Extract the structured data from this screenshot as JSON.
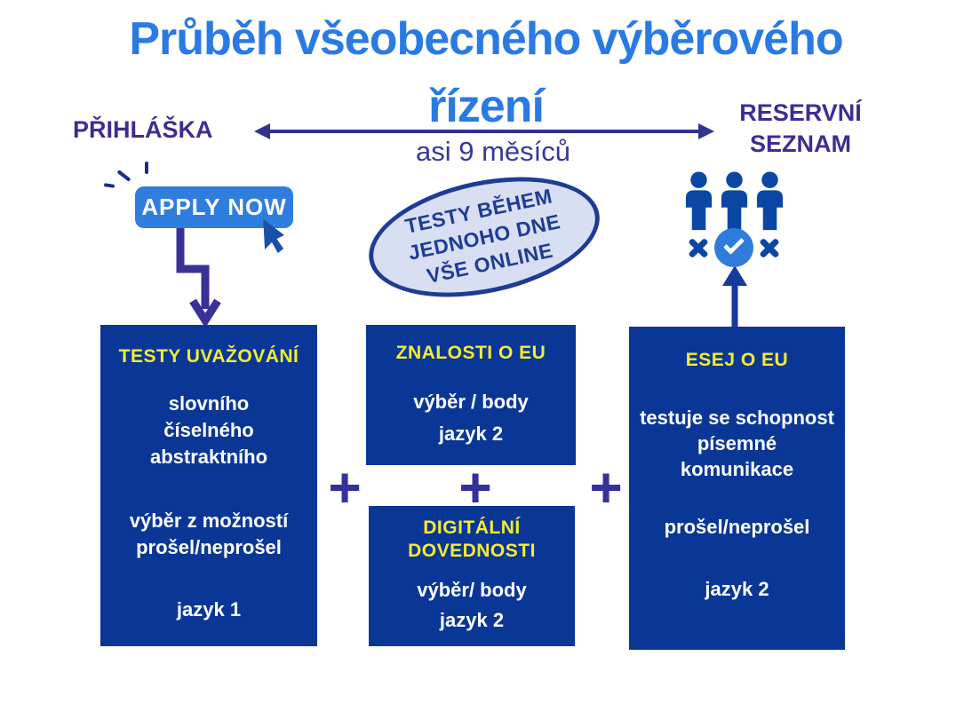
{
  "title": {
    "line1": "Průběh všeobecného výběrového",
    "line2": "řízení"
  },
  "timeline": {
    "left_label": "PŘIHLÁŠKA",
    "right_label_line1": "RESERVNÍ",
    "right_label_line2": "SEZNAM",
    "duration": "asi 9 měsíců"
  },
  "apply": {
    "button_label": "APPLY NOW"
  },
  "bubble": {
    "line1": "TESTY BĚHEM",
    "line2": "JEDNOHO DNE",
    "line3": "VŠE ONLINE"
  },
  "plus_sign": "+",
  "boxes": {
    "reasoning": {
      "title": "TESTY UVAŽOVÁNÍ",
      "line1": "slovního",
      "line2": "číselného",
      "line3": "abstraktního",
      "line4": "výběr z možností",
      "line5": "prošel/neprošel",
      "line6": "jazyk 1"
    },
    "eu_knowledge": {
      "title": "ZNALOSTI O EU",
      "line1": "výběr / body",
      "line2": "jazyk 2"
    },
    "digital": {
      "title_line1": "DIGITÁLNÍ",
      "title_line2": "DOVEDNOSTI",
      "line1": "výběr/ body",
      "line2": "jazyk 2"
    },
    "essay": {
      "title": "ESEJ O EU",
      "line1": "testuje se schopnost",
      "line2": "písemné",
      "line3": "komunikace",
      "line4": "prošel/neprošel",
      "line5": "jazyk 2"
    }
  },
  "icons": {
    "cursor": "arrow-pointer",
    "click_burst": "click-burst",
    "candidates": "person-group",
    "selected": "check-circle",
    "rejected": "x-mark"
  },
  "colors": {
    "title_blue": "#2a7ae4",
    "navy_box": "#0a3796",
    "heading_yellow": "#f5ec30",
    "indigo_plus": "#34319b",
    "button_blue": "#2f7ede",
    "icon_blue": "#0a47a5",
    "bubble_fill": "#d9dff2",
    "bubble_border": "#1d3c96",
    "arrow_purple": "#3a3198",
    "label_purple": "#3a2f92"
  }
}
